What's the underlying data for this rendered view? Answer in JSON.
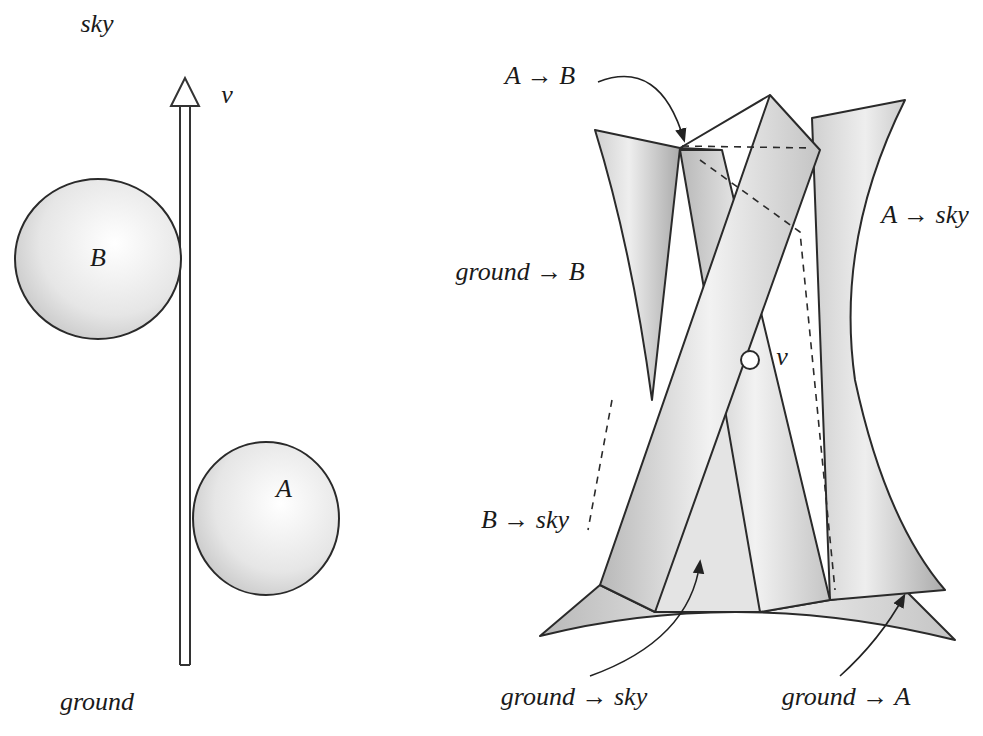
{
  "diagram": {
    "nodes": [
      {
        "text": [
          "B"
        ]
      },
      {
        "text": [
          "A"
        ]
      }
    ],
    "labels": [
      "sky",
      "v",
      "A → B",
      "A → sky",
      "ground → B",
      "v",
      "B → sky",
      "ground",
      "ground → sky",
      "ground → A"
    ]
  }
}
